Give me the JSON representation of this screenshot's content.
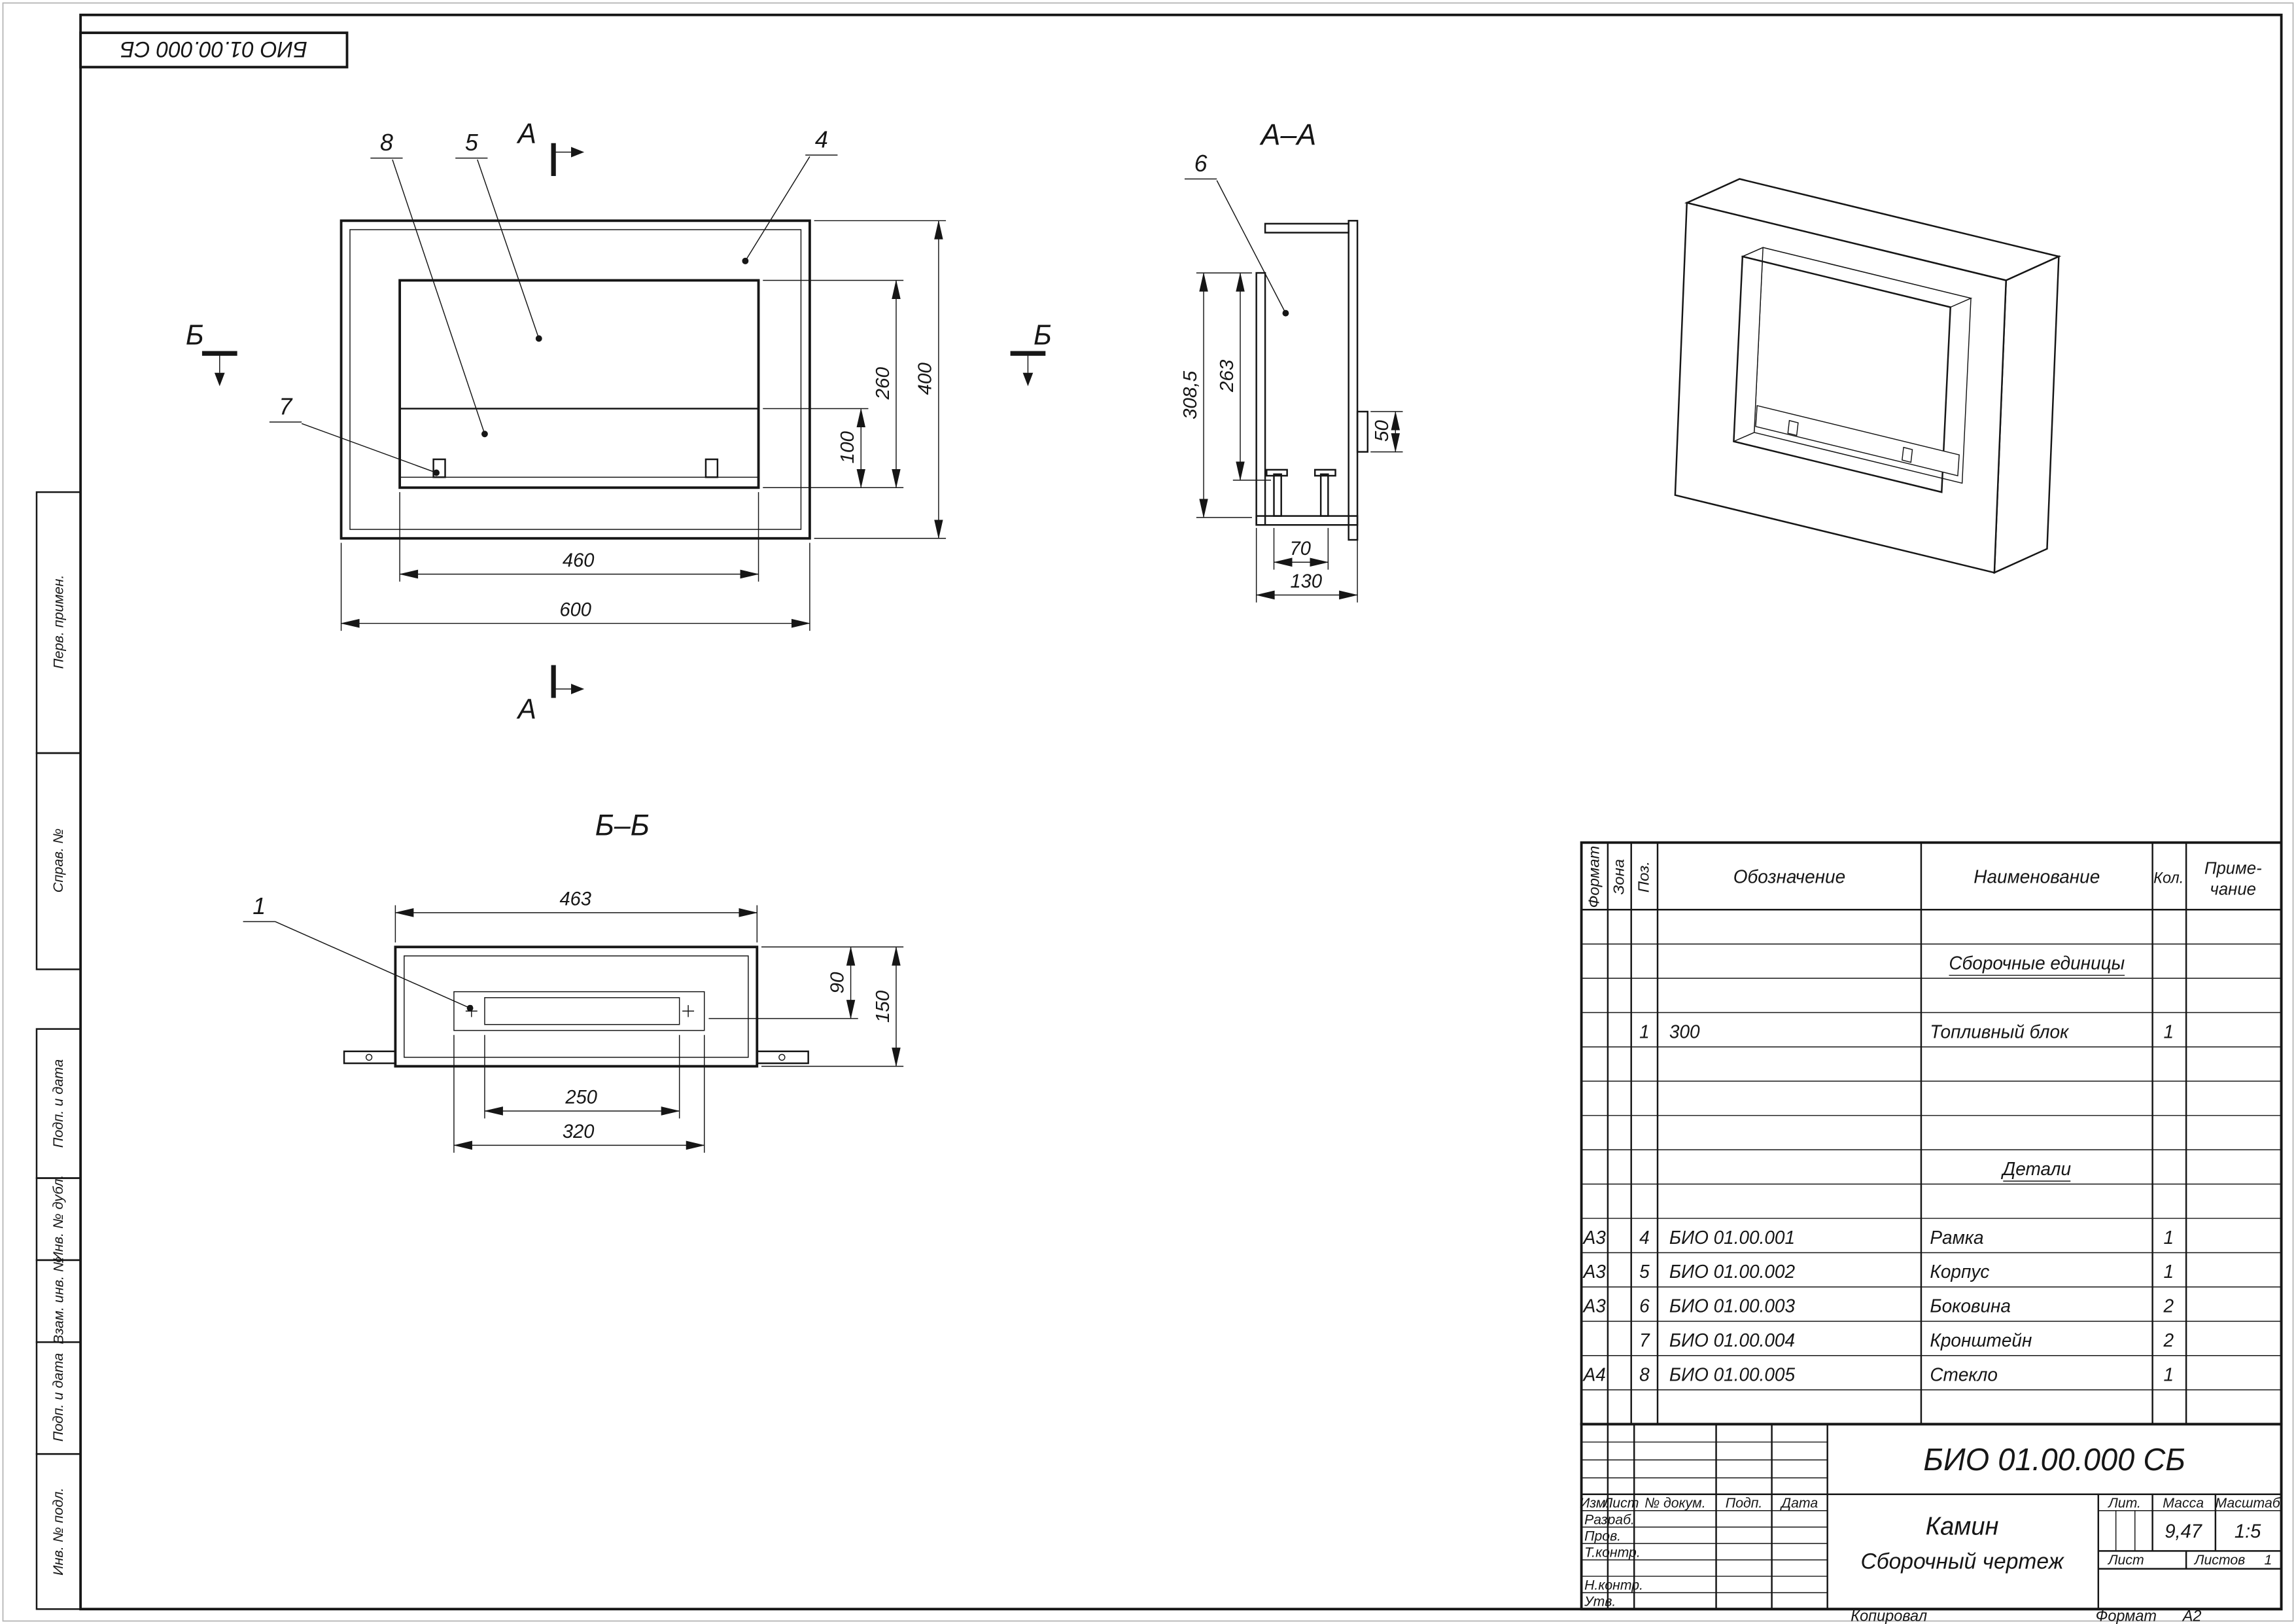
{
  "doc": {
    "stamp_code": "БИО 01.00.000 СБ",
    "copied": "Копировал",
    "format_label": "Формат",
    "format_value": "А2"
  },
  "margin": {
    "label_1": "Перв. примен.",
    "label_2": "Справ. №",
    "label_3": "Подп. и дата",
    "label_4": "Инв. № дубл.",
    "label_5": "Взам. инв. №",
    "label_6": "Подп. и дата",
    "label_7": "Инв. № подл."
  },
  "front_view": {
    "section_a": "А",
    "section_b": "Б",
    "callout_4": "4",
    "callout_5": "5",
    "callout_7": "7",
    "callout_8": "8",
    "dim_width_opening": "460",
    "dim_width_outer": "600",
    "dim_burner_height": "100",
    "dim_opening_height": "260",
    "dim_height_outer": "400"
  },
  "section_aa": {
    "label": "А–А",
    "callout_6": "6",
    "dim_total_height": "308,5",
    "dim_inner_height": "263",
    "dim_bracket": "50",
    "dim_burner_width": "70",
    "dim_depth": "130"
  },
  "section_bb": {
    "label": "Б–Б",
    "callout_1": "1",
    "dim_inner_width": "463",
    "dim_body_depth": "90",
    "dim_total_depth": "150",
    "dim_burner_slot": "250",
    "dim_burner_box": "320"
  },
  "spec": {
    "headers": {
      "format": "Формат",
      "zone": "Зона",
      "pos": "Поз.",
      "designation": "Обозначение",
      "name": "Наименование",
      "qty": "Кол.",
      "note1": "Приме-",
      "note2": "чание"
    },
    "group1": "Сборочные единицы",
    "group2": "Детали",
    "rows": [
      {
        "format": "",
        "pos": "1",
        "designation": "300",
        "name": "Топливный блок",
        "qty": "1"
      },
      {
        "format": "А3",
        "pos": "4",
        "designation": "БИО 01.00.001",
        "name": "Рамка",
        "qty": "1"
      },
      {
        "format": "А3",
        "pos": "5",
        "designation": "БИО 01.00.002",
        "name": "Корпус",
        "qty": "1"
      },
      {
        "format": "А3",
        "pos": "6",
        "designation": "БИО 01.00.003",
        "name": "Боковина",
        "qty": "2"
      },
      {
        "format": "",
        "pos": "7",
        "designation": "БИО 01.00.004",
        "name": "Кронштейн",
        "qty": "2"
      },
      {
        "format": "А4",
        "pos": "8",
        "designation": "БИО 01.00.005",
        "name": "Стекло",
        "qty": "1"
      }
    ]
  },
  "title_block": {
    "code": "БИО 01.00.000 СБ",
    "product_name": "Камин",
    "doc_type": "Сборочный чертеж",
    "header_cols": {
      "izm": "Изм.",
      "list": "Лист",
      "ndoc": "№ докум.",
      "podp": "Подп.",
      "data": "Дата"
    },
    "roles": {
      "razrab": "Разраб.",
      "prov": "Пров.",
      "tkontr": "Т.контр.",
      "nkontr": "Н.контр.",
      "utv": "Утв."
    },
    "lit_label": "Лит.",
    "mass_label": "Масса",
    "scale_label": "Масштаб",
    "mass_value": "9,47",
    "scale_value": "1:5",
    "sheet_label": "Лист",
    "sheets_label": "Листов",
    "sheets_value": "1"
  }
}
